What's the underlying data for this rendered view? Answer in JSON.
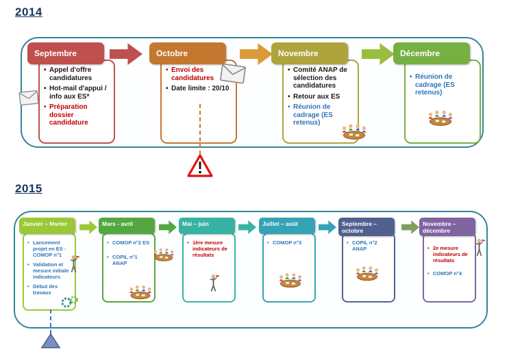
{
  "headings": {
    "y2014": "2014",
    "y2015": "2015"
  },
  "colors": {
    "heading_blue": "#17375E",
    "frame_border": "#31849B",
    "red_text": "#C00000",
    "blue_text": "#2E75B6",
    "septembre": "#C0504D",
    "octobre": "#C4782F",
    "novembre": "#AFA33C",
    "decembre": "#76B043",
    "janvier_fevrier": "#9CC837",
    "mars_avril": "#54A740",
    "mai_juin": "#38B2A3",
    "juillet_aout": "#35A3B5",
    "septembre_octobre": "#51618F",
    "novembre_decembre": "#8064A2"
  },
  "icons": {
    "envelope": "envelope-icon",
    "warning": "warning-icon",
    "meeting": "meeting-clipart",
    "person": "person-clipart",
    "gears": "gears-icon",
    "milestone": "milestone-triangle-icon"
  },
  "y2014": {
    "warning_mark": "!",
    "boxes": [
      {
        "month": "Septembre",
        "items": [
          {
            "text": "Appel d'offre candidatures",
            "color": "black"
          },
          {
            "text": "Hot-mail d'appui / info aux ES*",
            "color": "black"
          },
          {
            "text": "Préparation dossier candidature",
            "color": "red"
          }
        ]
      },
      {
        "month": "Octobre",
        "items": [
          {
            "text": "Envoi des candidatures",
            "color": "red"
          },
          {
            "text": "Date limite : 20/10",
            "color": "black"
          }
        ]
      },
      {
        "month": "Novembre",
        "items": [
          {
            "text": "Comité ANAP de sélection des candidatures",
            "color": "black"
          },
          {
            "text": "Retour aux ES",
            "color": "black"
          },
          {
            "text": "Réunion de cadrage (ES retenus)",
            "color": "blue"
          }
        ]
      },
      {
        "month": "Décembre",
        "items": [
          {
            "text": "Réunion de cadrage (ES retenus)",
            "color": "blue"
          }
        ]
      }
    ]
  },
  "y2015": {
    "boxes": [
      {
        "month": "Janvier – février",
        "items": [
          {
            "text": "Lancement projet en ES - COMOP n°1",
            "color": "blue"
          },
          {
            "text": "Validation et mesure initiale indicateurs",
            "color": "blue"
          },
          {
            "text": "Début des travaux",
            "color": "blue"
          }
        ]
      },
      {
        "month": "Mars - avril",
        "items": [
          {
            "text": "COMOP n°2 ES",
            "color": "blue"
          },
          {
            "text": "COPIL n°1 ANAP",
            "color": "blue"
          }
        ]
      },
      {
        "month": "Mai – juin",
        "items": [
          {
            "text": "1ère mesure indicateurs de résultats",
            "color": "red"
          }
        ]
      },
      {
        "month": "Juillet – août",
        "items": [
          {
            "text": "COMOP n°3",
            "color": "blue"
          }
        ]
      },
      {
        "month": "Septembre – octobre",
        "items": [
          {
            "text": "COPIL n°2 ANAP",
            "color": "blue"
          }
        ]
      },
      {
        "month": "Novembre – décembre",
        "items": [
          {
            "text": "2e mesure indicateurs de résultats",
            "color": "red"
          },
          {
            "text": "COMOP n°4",
            "color": "blue"
          }
        ]
      }
    ]
  }
}
